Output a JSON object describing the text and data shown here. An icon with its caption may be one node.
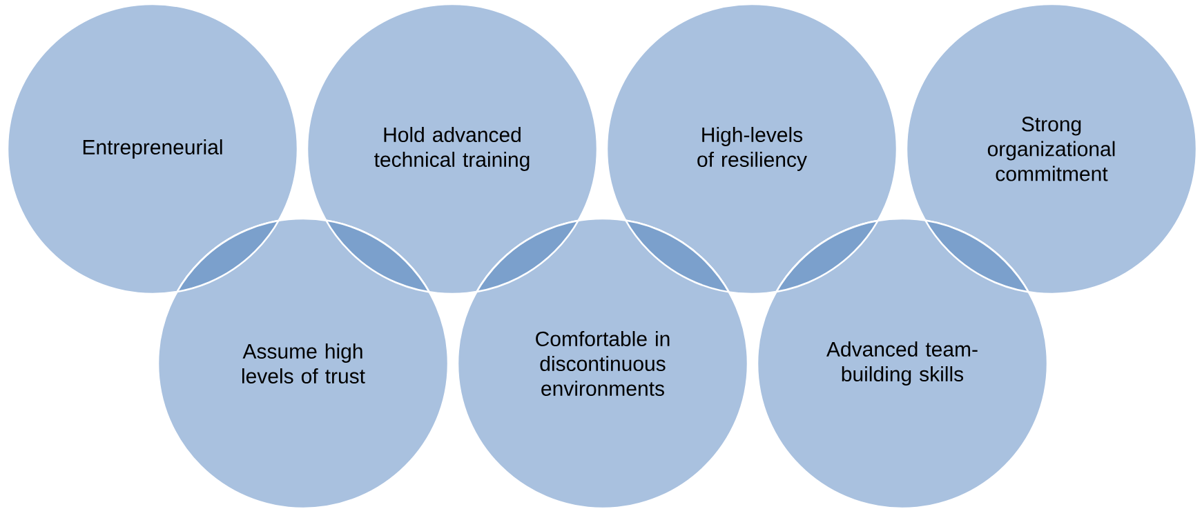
{
  "diagram": {
    "nodes": [
      {
        "text": [
          "Entrepreneurial"
        ]
      },
      {
        "text": [
          "Hold advanced technical training"
        ]
      },
      {
        "text": [
          "High-levels of resiliency"
        ]
      },
      {
        "text": [
          "Strong organizational commitment"
        ]
      },
      {
        "text": [
          "Assume high levels of trust"
        ]
      },
      {
        "text": [
          "Comfortable in discontinuous environments"
        ]
      },
      {
        "text": [
          "Advanced team-building skills"
        ]
      }
    ]
  }
}
